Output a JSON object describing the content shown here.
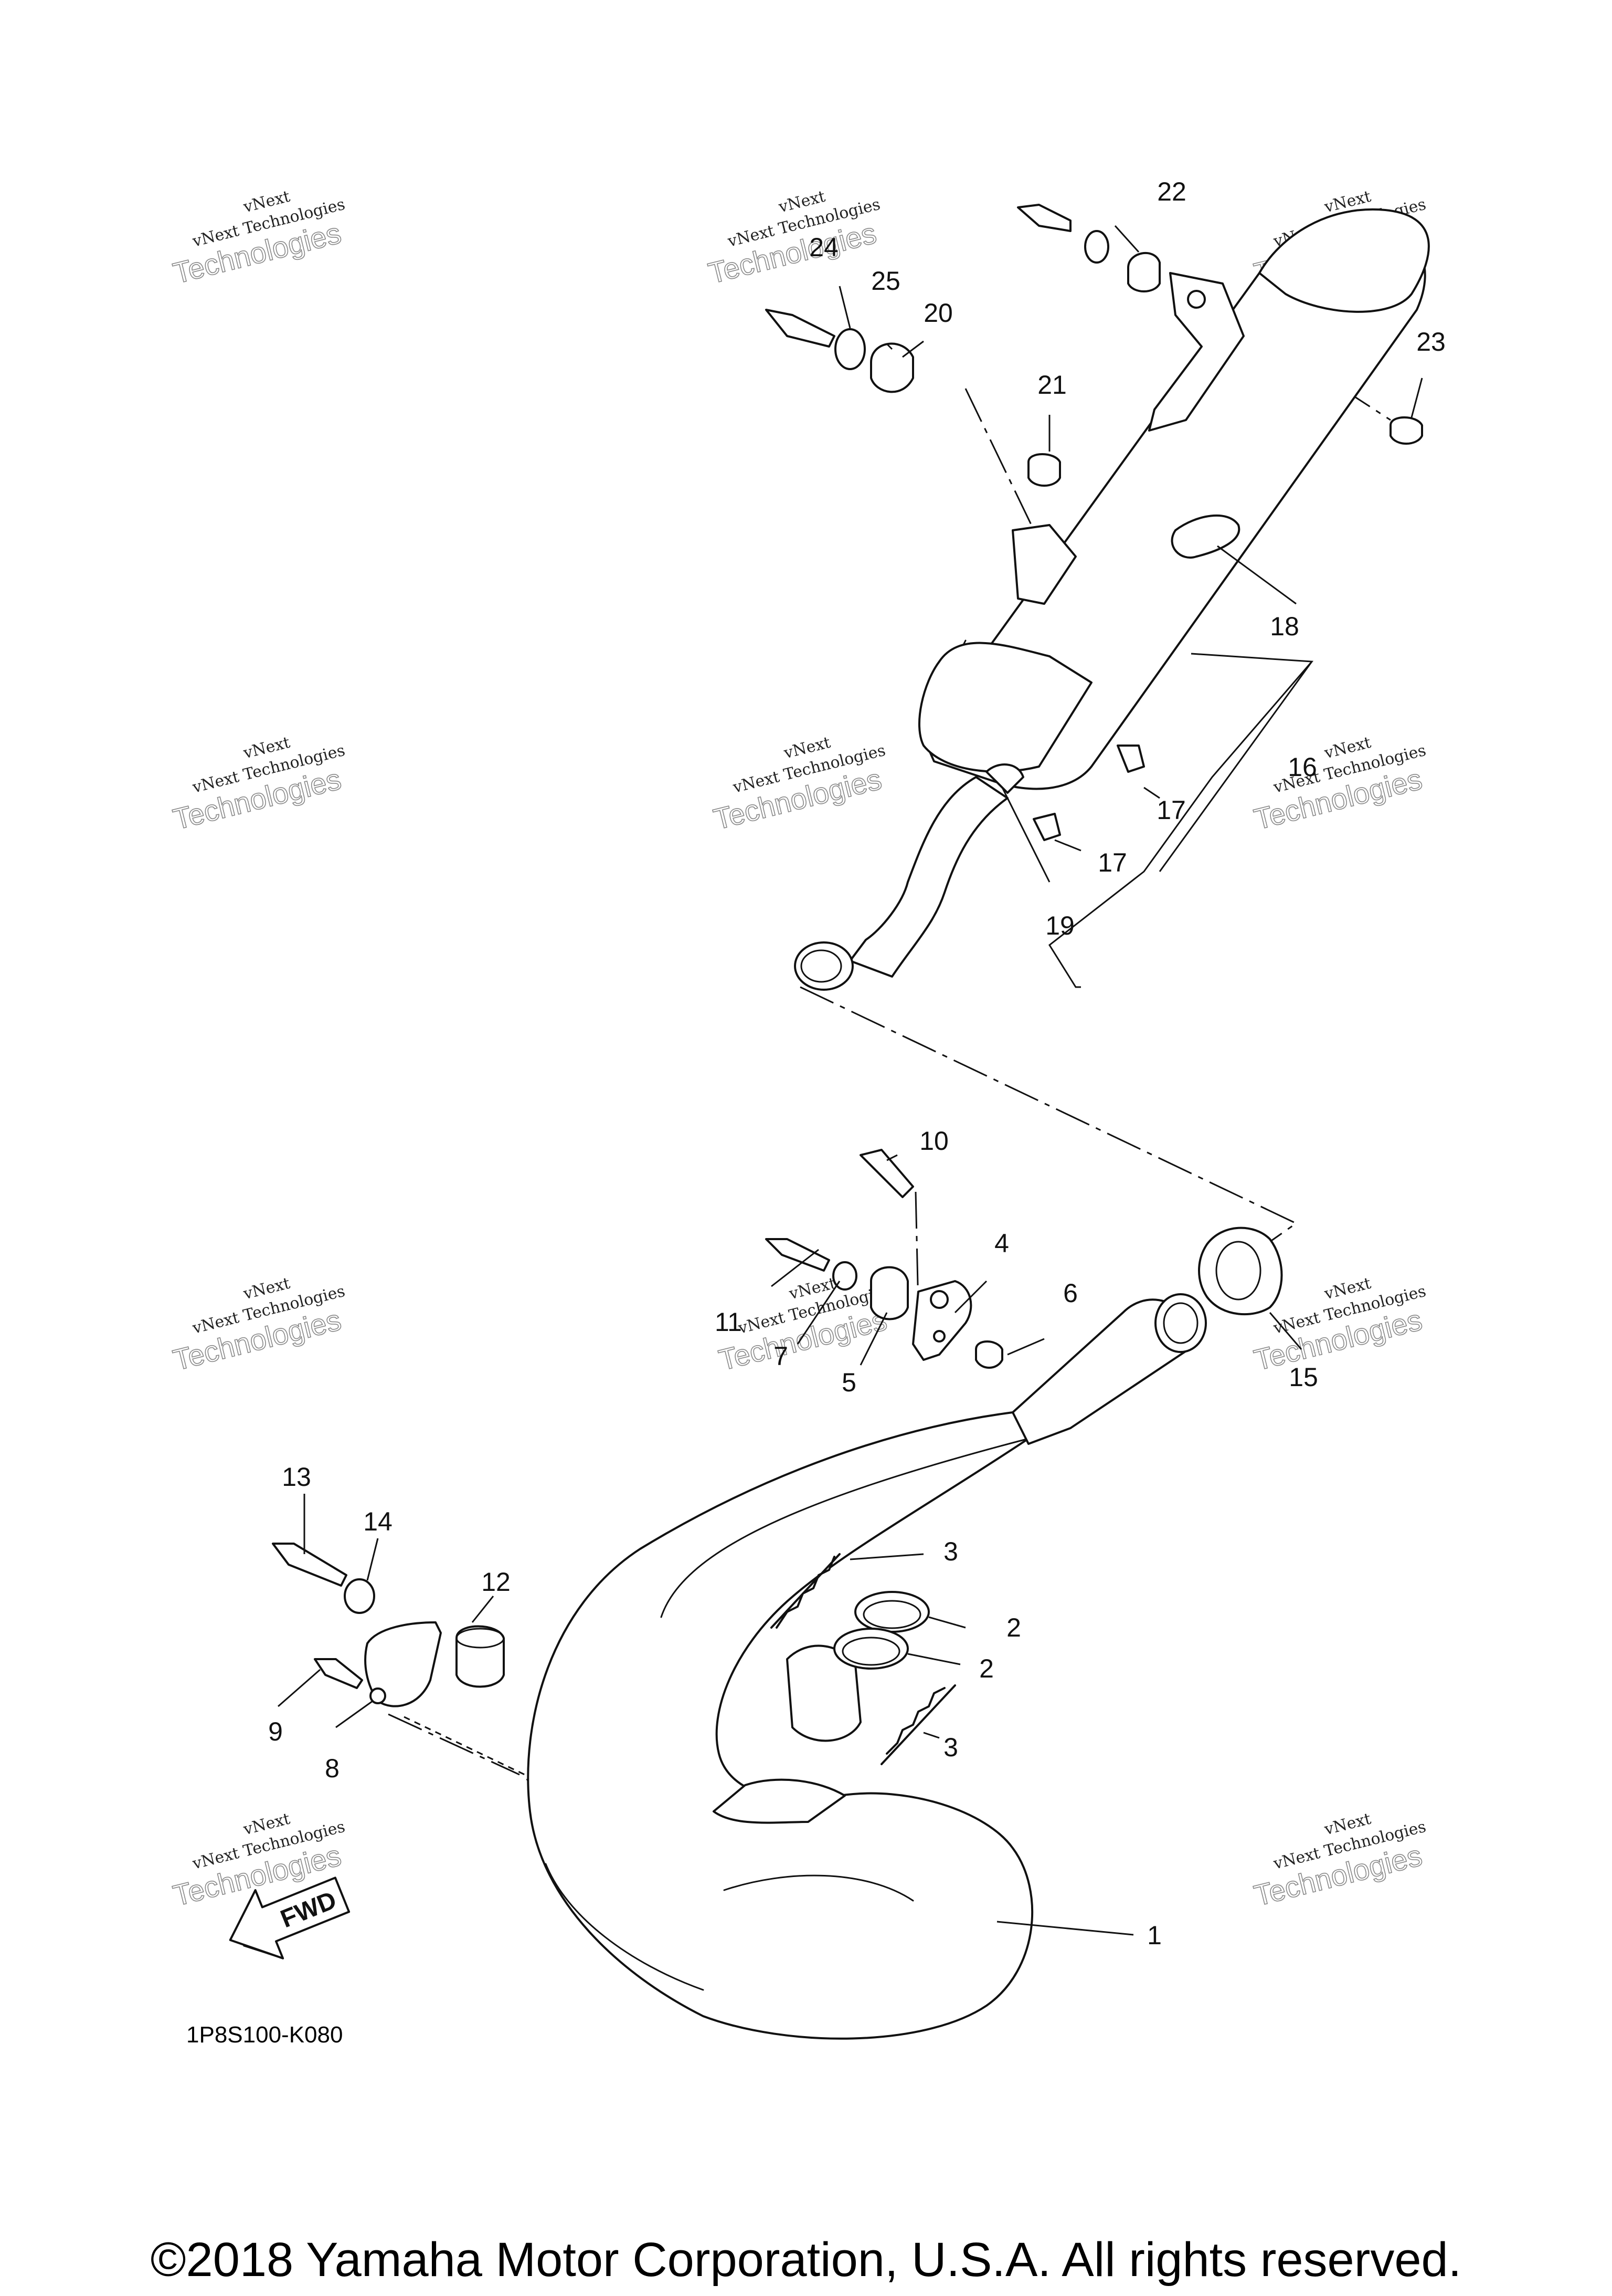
{
  "diagram": {
    "drawing_code": "1P8S100-K080",
    "fwd_label": "FWD",
    "copyright": "©2018 Yamaha Motor Corporation, U.S.A. All rights reserved.",
    "watermark": {
      "line1": "vNext",
      "line2": "vNext Technologies",
      "line3": "Technologies"
    },
    "callouts": {
      "p1": "1",
      "p2a": "2",
      "p2b": "2",
      "p3a": "3",
      "p3b": "3",
      "p4": "4",
      "p5": "5",
      "p6": "6",
      "p7": "7",
      "p8": "8",
      "p9": "9",
      "p10": "10",
      "p11": "11",
      "p12": "12",
      "p13": "13",
      "p14": "14",
      "p15": "15",
      "p16": "16",
      "p17a": "17",
      "p17b": "17",
      "p18": "18",
      "p19": "19",
      "p20": "20",
      "p21": "21",
      "p22": "22",
      "p23": "23",
      "p24": "24",
      "p25": "25"
    }
  }
}
